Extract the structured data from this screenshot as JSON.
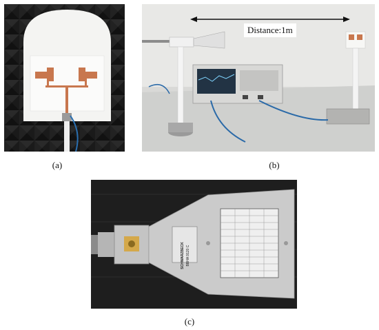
{
  "panels": {
    "a": {
      "caption": "(a)"
    },
    "b": {
      "caption": "(b)",
      "distance_label": "Distance:1m"
    },
    "c": {
      "caption": "(c)",
      "horn_brand": "SCHWARZBECK",
      "horn_model": "BBHA 9120 C"
    }
  },
  "colors": {
    "anechoic_foam": "#1c1c1c",
    "copper": "#c8774e",
    "lab_wall": "#e8e8e6",
    "horn_grey": "#c9c9c9"
  }
}
